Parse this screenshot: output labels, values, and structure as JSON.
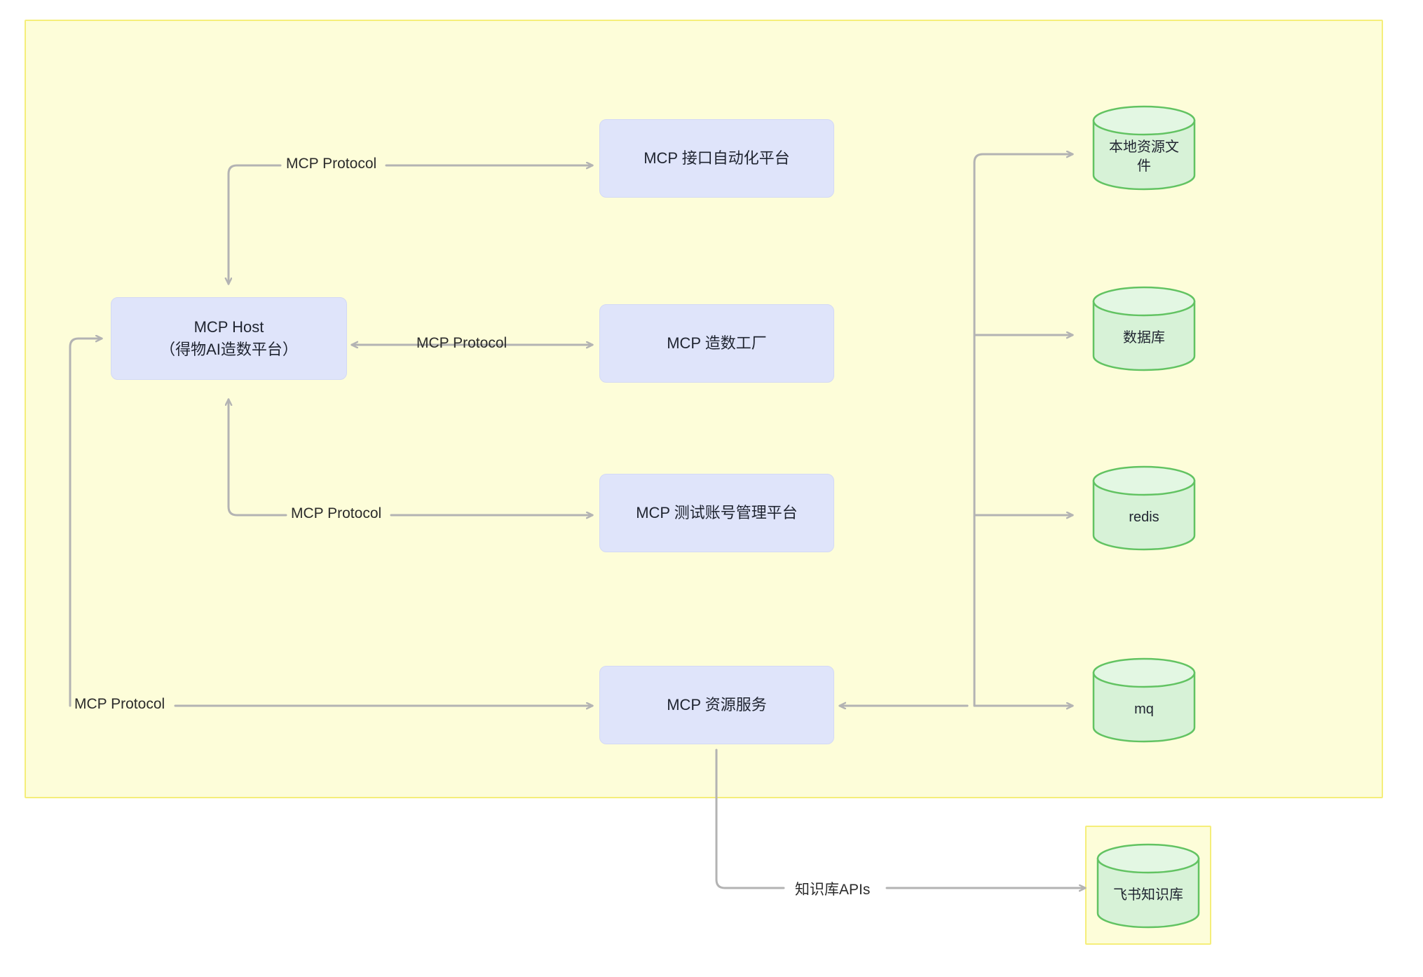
{
  "diagram": {
    "type": "architecture-flow",
    "groups": [
      {
        "id": "main-group",
        "label": ""
      },
      {
        "id": "kb-group",
        "label": ""
      }
    ],
    "nodes": {
      "host": {
        "line1": "MCP Host",
        "line2": "（得物AI造数平台）"
      },
      "api_platform": {
        "label": "MCP 接口自动化平台"
      },
      "data_factory": {
        "label": "MCP 造数工厂"
      },
      "account_platform": {
        "label": "MCP 测试账号管理平台"
      },
      "resource_service": {
        "label": "MCP 资源服务"
      },
      "local_files": {
        "label": "本地资源文件"
      },
      "database": {
        "label": "数据库"
      },
      "redis": {
        "label": "redis"
      },
      "mq": {
        "label": "mq"
      },
      "feishu_kb": {
        "label": "飞书知识库"
      }
    },
    "edge_labels": {
      "protocol_top": "MCP Protocol",
      "protocol_mid": "MCP Protocol",
      "protocol_third": "MCP Protocol",
      "protocol_bottom": "MCP Protocol",
      "kb_apis": "知识库APIs"
    },
    "colors": {
      "group_fill": "#fdfdd9",
      "group_border": "#f5ee7a",
      "process_fill": "#dfe4fa",
      "process_border": "#d3d9f5",
      "cylinder_fill": "#d7f2d7",
      "cylinder_border": "#62c362",
      "edge_stroke": "#b3b3b3",
      "text": "#1f2430",
      "page_background": "#ffffff"
    }
  }
}
